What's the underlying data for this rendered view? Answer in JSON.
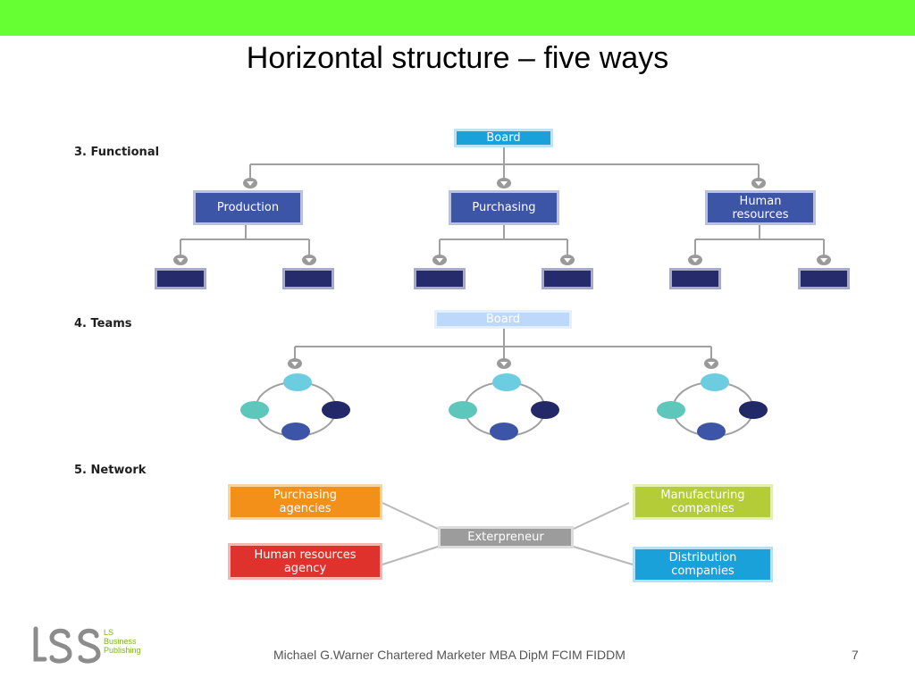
{
  "slide": {
    "title": "Horizontal structure – five ways",
    "accent_color": "#66ff33"
  },
  "functional": {
    "heading": "3. Functional",
    "board": "Board",
    "departments": [
      "Production",
      "Purchasing",
      "Human resources"
    ]
  },
  "teams": {
    "heading": "4. Teams",
    "board": "Board"
  },
  "network": {
    "heading": "5. Network",
    "center": "Exterpreneur",
    "left_top": "Purchasing agencies",
    "left_bottom": "Human resources agency",
    "right_top": "Manufacturing companies",
    "right_bottom": "Distribution companies"
  },
  "footer": {
    "logo_line1": "LS",
    "logo_line2": "Business",
    "logo_line3": "Publishing",
    "author": "Michael G.Warner Chartered Marketer MBA DipM FCIM FIDDM",
    "page_number": "7"
  }
}
